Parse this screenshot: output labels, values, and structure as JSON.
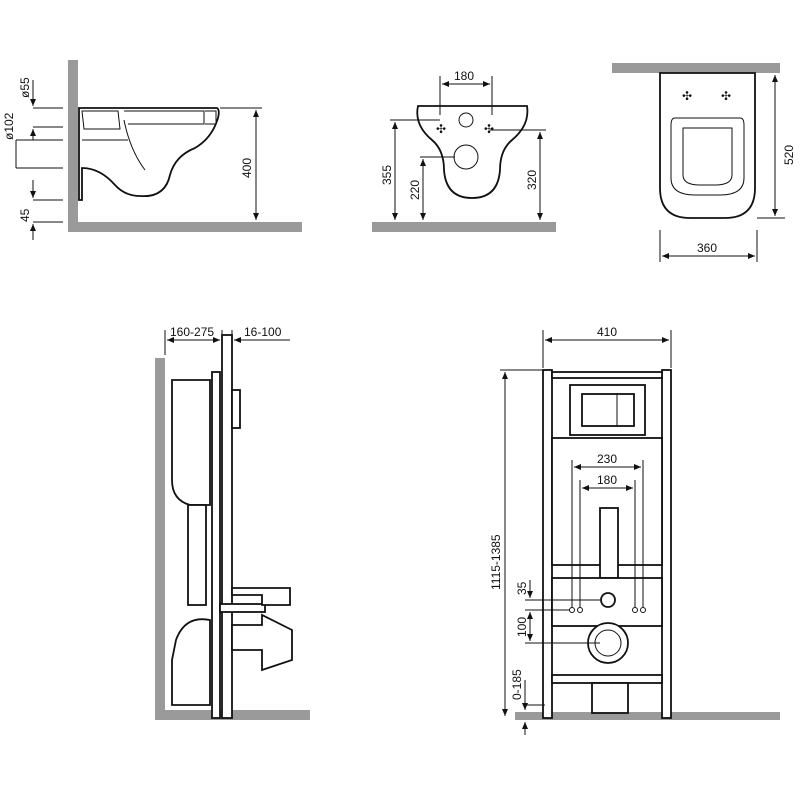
{
  "side_view": {
    "dia_55": "ø55",
    "dia_102": "ø102",
    "dim_45": "45",
    "dim_400": "400"
  },
  "front_view": {
    "dim_180": "180",
    "dim_355": "355",
    "dim_220": "220",
    "dim_320": "320"
  },
  "top_view": {
    "dim_520": "520",
    "dim_360": "360"
  },
  "install_side": {
    "dim_wall": "160-275",
    "dim_board": "16-100"
  },
  "install_front": {
    "dim_410": "410",
    "dim_230": "230",
    "dim_180": "180",
    "dim_height": "1115-1385",
    "dim_35": "35",
    "dim_100": "100",
    "dim_185": "0-185"
  },
  "colors": {
    "wall": "#9a9a9a",
    "line": "#111111"
  }
}
